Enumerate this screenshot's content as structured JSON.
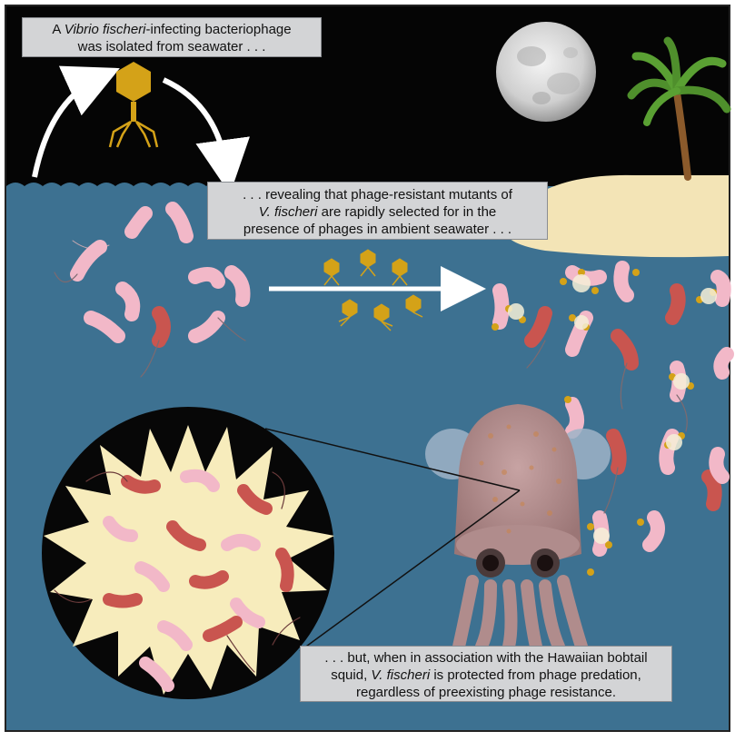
{
  "captions": {
    "top": {
      "italic_name": "Vibrio fischeri",
      "line1_rest": "-infecting bacteriophage",
      "line1_prefix": "A ",
      "line2": "was isolated from seawater . . ."
    },
    "middle": {
      "line1": ". . . revealing that phage-resistant mutants of",
      "line2_italic": "V. fischeri",
      "line2_rest": " are rapidly selected for in the",
      "line3": "presence of phages in ambient seawater . . ."
    },
    "bottom": {
      "line1": ". . . but, when in association with the Hawaiian bobtail",
      "line2_prefix": "squid, ",
      "line2_italic": "V. fischeri",
      "line2_rest": " is protected from phage predation,",
      "line3": "regardless of preexisting phage resistance."
    }
  },
  "colors": {
    "night_sky": "#050505",
    "sea": "#3d7191",
    "sand": "#f3e4b6",
    "bacterium": "#f2b8c8",
    "resistant_bacterium": "#c9554f",
    "phage": "#d4a218",
    "light_organ": "#f7ecbc",
    "squid": "#b08c8c"
  },
  "icons": [
    "moon-icon",
    "palm-tree-icon",
    "bacteriophage-icon",
    "squid-icon",
    "light-organ-icon",
    "arrow-icon"
  ]
}
